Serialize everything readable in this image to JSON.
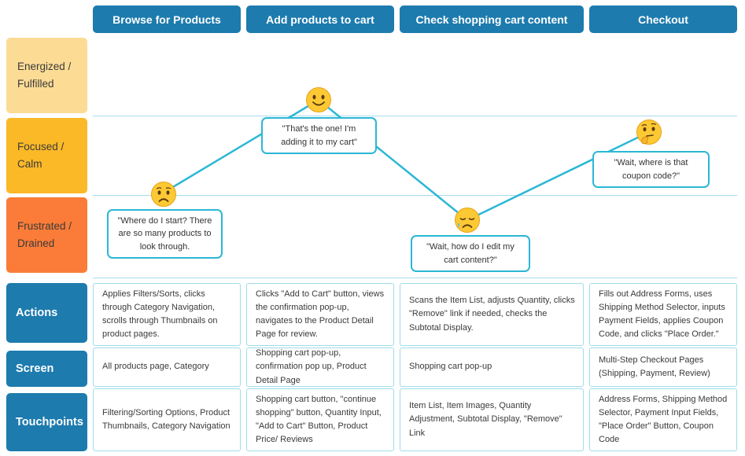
{
  "stages": [
    "Browse for Products",
    "Add products to cart",
    "Check shopping cart content",
    "Checkout"
  ],
  "emotions": [
    "Energized / Fulfilled",
    "Focused / Calm",
    "Frustrated / Drained"
  ],
  "journey": [
    {
      "stage": "Browse for Products",
      "emotion": "Frustrated / Drained",
      "emoji": "worried-face-icon",
      "quote": "\"Where do I start? There are so many products to look through."
    },
    {
      "stage": "Add products to cart",
      "emotion": "Energized / Fulfilled",
      "emoji": "smiling-face-icon",
      "quote": "\"That's the one! I'm adding it to my cart\""
    },
    {
      "stage": "Check shopping cart content",
      "emotion": "Frustrated / Drained",
      "emoji": "sad-sweat-face-icon",
      "quote": "\"Wait, how do I edit my cart content?\""
    },
    {
      "stage": "Checkout",
      "emotion": "Focused / Calm",
      "emoji": "thinking-face-icon",
      "quote": "\"Wait, where is that coupon code?\""
    }
  ],
  "rows": [
    {
      "label": "Actions",
      "cells": [
        "Applies Filters/Sorts, clicks through Category Navigation, scrolls through Thumbnails on product pages.",
        "Clicks \"Add to Cart\" button, views the confirmation pop-up, navigates to the Product Detail Page for review.",
        "Scans the Item List, adjusts Quantity, clicks \"Remove\" link if needed, checks the Subtotal Display.",
        "Fills out Address Forms, uses Shipping Method Selector, inputs Payment Fields, applies Coupon Code, and clicks \"Place Order.\""
      ]
    },
    {
      "label": "Screen",
      "cells": [
        "All products page, Category",
        "Shopping cart pop-up, confirmation pop up, Product Detail Page",
        "Shopping cart pop-up",
        "Multi-Step Checkout Pages (Shipping, Payment, Review)"
      ]
    },
    {
      "label": "Touchpoints",
      "cells": [
        "Filtering/Sorting Options, Product Thumbnails, Category Navigation",
        "Shopping cart button, \"continue shopping\" button, Quantity Input, \"Add to Cart\" Button, Product Price/ Reviews",
        "Item List, Item Images, Quantity Adjustment, Subtotal Display, \"Remove\" Link",
        "Address Forms, Shipping Method Selector, Payment Input Fields, \"Place Order\" Button, Coupon Code"
      ]
    }
  ],
  "colors": {
    "header": "#1d7bae",
    "energized": "#fcdc95",
    "focused": "#fbb927",
    "frustrated": "#fb7c38",
    "line": "#2bb7d6"
  }
}
